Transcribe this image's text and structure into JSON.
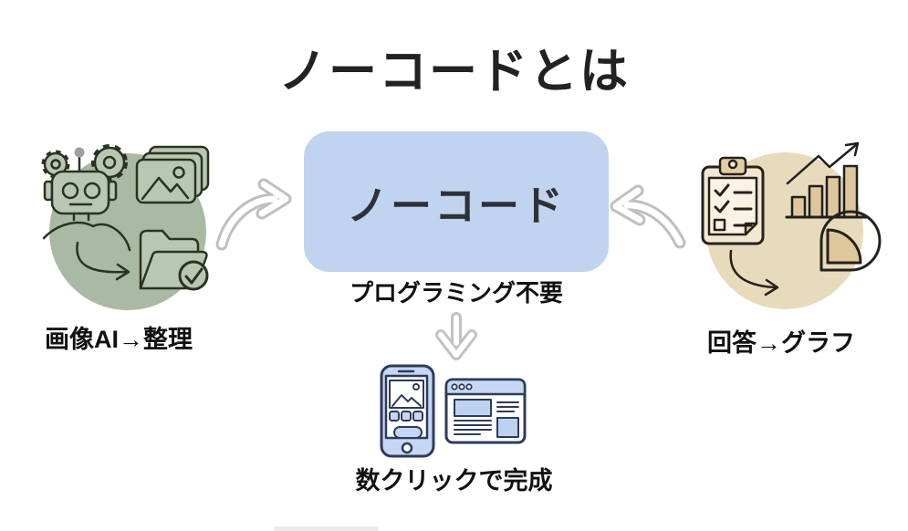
{
  "page": {
    "title": "ノーコードとは"
  },
  "center": {
    "box_label": "ノーコード",
    "caption": "プログラミング不要"
  },
  "left_group": {
    "label": "画像AI→整理",
    "icons": [
      "robot-icon",
      "gear-icon",
      "photo-stack-icon",
      "folder-check-icon",
      "curved-arrow-icon"
    ]
  },
  "right_group": {
    "label": "回答→グラフ",
    "icons": [
      "clipboard-checklist-icon",
      "bar-chart-trend-icon",
      "pie-chart-icon",
      "curved-arrow-icon"
    ]
  },
  "bottom_group": {
    "label": "数クリックで完成",
    "icons": [
      "smartphone-icon",
      "browser-window-icon"
    ]
  },
  "arrows": [
    "left-to-center-arrow",
    "right-to-center-arrow",
    "center-down-arrow"
  ],
  "colors": {
    "box_blue": "#c0d4f0",
    "circle_green": "#a9b9a3",
    "circle_tan": "#e8dbbc",
    "icon_fill_green": "#b9c7b2",
    "icon_fill_tan": "#dfc79c",
    "clipboard_cream": "#f2e8d2",
    "device_blue": "#c6d7f3",
    "outline_green": "#2a331f",
    "outline_navy": "#2e3b58",
    "outline_brown": "#26211a",
    "arrow_gray": "#bfbfbf",
    "text_dark": "#1f1f1f"
  }
}
